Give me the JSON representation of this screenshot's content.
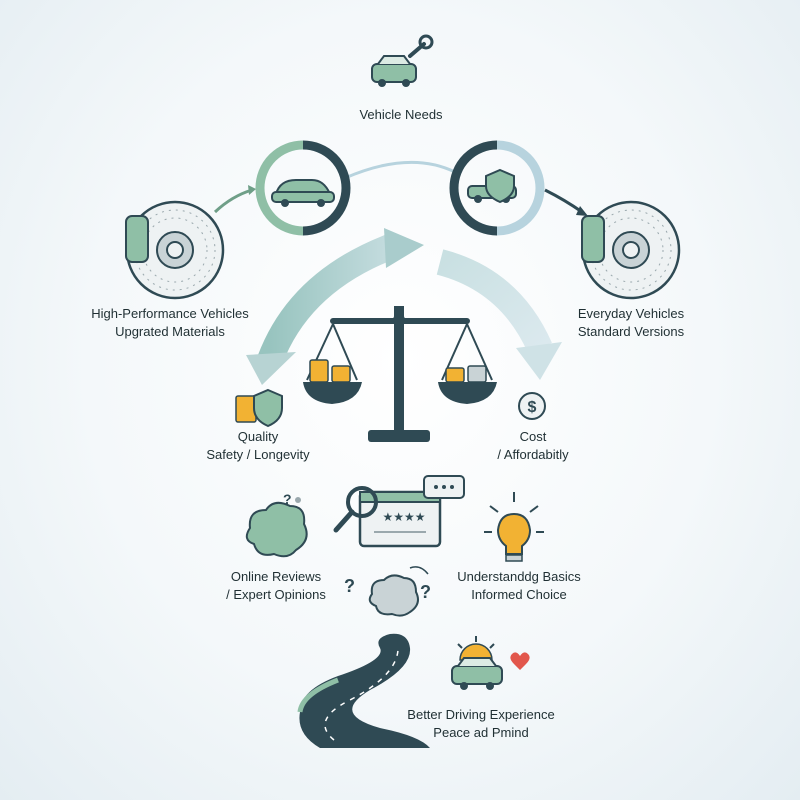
{
  "diagram": {
    "top": {
      "label": "Vehicle Needs"
    },
    "high_performance": {
      "line1": "High-Performance Vehicles",
      "line2": "Upgrated Materials"
    },
    "everyday": {
      "line1": "Everyday Vehicles",
      "line2": "Standard Versions"
    },
    "quality": {
      "line1": "Quality",
      "line2": "Safety / Longevity"
    },
    "cost": {
      "line1": "Cost",
      "line2": "/ Affordabitly"
    },
    "reviews": {
      "line1": "Online Reviews",
      "line2": "/ Expert Opinions"
    },
    "understanding": {
      "line1": "Understanddg Basics",
      "line2": "Informed Choice"
    },
    "outcome": {
      "line1": "Better Driving Experience",
      "line2": "Peace ad Pmind"
    },
    "icons": [
      "car-wrench-icon",
      "car-circle-icon",
      "car-shield-circle-icon",
      "brake-disc-left-icon",
      "brake-disc-right-icon",
      "balance-scale-icon",
      "coins-shield-icon",
      "dollar-coin-icon",
      "brain-question-icon",
      "magnifier-review-icon",
      "chat-bubble-icon",
      "lightbulb-icon",
      "brain-questions-icon",
      "winding-road-icon",
      "car-sun-heart-icon"
    ],
    "colors": {
      "sage": "#8fbfa6",
      "sage_dark": "#6f9f88",
      "navy": "#2f4a54",
      "pale_blue": "#b7d3de",
      "arrow_teal": "#a9cccc",
      "gold": "#f2b233",
      "heart": "#e2574c"
    }
  }
}
